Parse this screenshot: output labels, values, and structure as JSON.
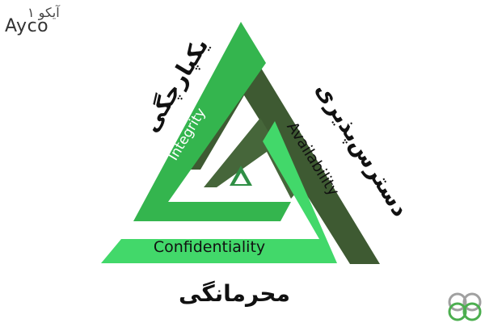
{
  "brand": {
    "name_fa": "آیکو ۱",
    "name_en": "Ayco"
  },
  "triad": {
    "integrity": {
      "label_en": "Integrity",
      "label_fa": "یکپارچگی"
    },
    "availability": {
      "label_en": "Availability",
      "label_fa": "دسترس‌پذیری"
    },
    "confidentiality": {
      "label_en": "Confidentiality",
      "label_fa": "محرمانگی"
    }
  },
  "colors": {
    "green_bright": "#3ec85d",
    "green_light": "#42d86a",
    "green_mid": "#34b54e",
    "green_dark": "#3e5a32",
    "green_dark2": "#46663a",
    "text": "#111111"
  },
  "icons": {
    "brand_logo": "ayco-logo",
    "corner_logo": "infinity-loops-icon"
  }
}
